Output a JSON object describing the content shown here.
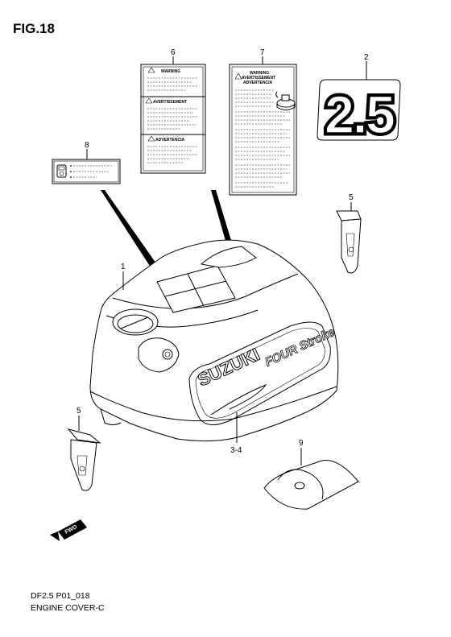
{
  "figure": {
    "title": "FIG.18"
  },
  "footer": {
    "model": "DF2.5 P01_018",
    "group": "ENGINE COVER-C"
  },
  "callouts": {
    "p1": "1",
    "p2": "2",
    "p34": "3-4",
    "p5a": "5",
    "p5b": "5",
    "p6": "6",
    "p7": "7",
    "p8": "8",
    "p9": "9"
  },
  "decal_2": {
    "text": "2.5"
  },
  "label_6": {
    "warning": "WARNING",
    "avertissement": "AVERTISSEMENT",
    "advertencia": "ADVERTENCIA"
  },
  "label_7": {
    "line1": "WARNING",
    "line2": "AVERTISSEMENT",
    "line3": "ADVERTENCIA"
  },
  "cover": {
    "brand": "SUZUKI",
    "model_script": "FOUR Stroke"
  },
  "fwd_arrow": {
    "text": "FWD"
  }
}
